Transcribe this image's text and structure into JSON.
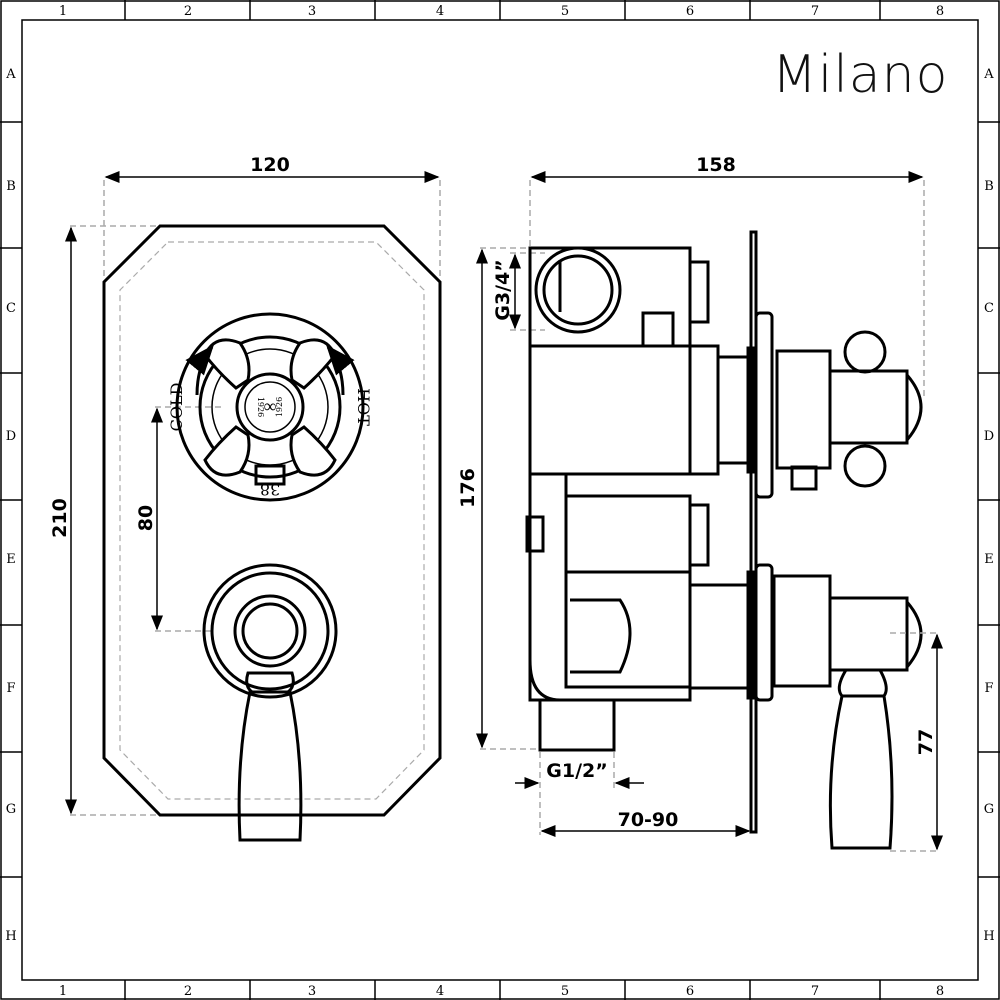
{
  "brand": "Milano",
  "grid": {
    "columns": [
      "1",
      "2",
      "3",
      "4",
      "5",
      "6",
      "7",
      "8"
    ],
    "rows": [
      "A",
      "B",
      "C",
      "D",
      "E",
      "F",
      "G",
      "H"
    ]
  },
  "front_view": {
    "width_label": "120",
    "height_label": "210",
    "handle_spacing_label": "80",
    "handle_text": {
      "cold": "COLD",
      "hot": "HOT",
      "year": "1926",
      "temp": "38"
    }
  },
  "side_view": {
    "width_label": "158",
    "height_label": "176",
    "outlet_label": "G3/4”",
    "inlet_label": "G1/2”",
    "depth_label": "70-90",
    "lever_label": "77"
  },
  "colors": {
    "line": "#000000",
    "dash": "#aaaaaa"
  }
}
